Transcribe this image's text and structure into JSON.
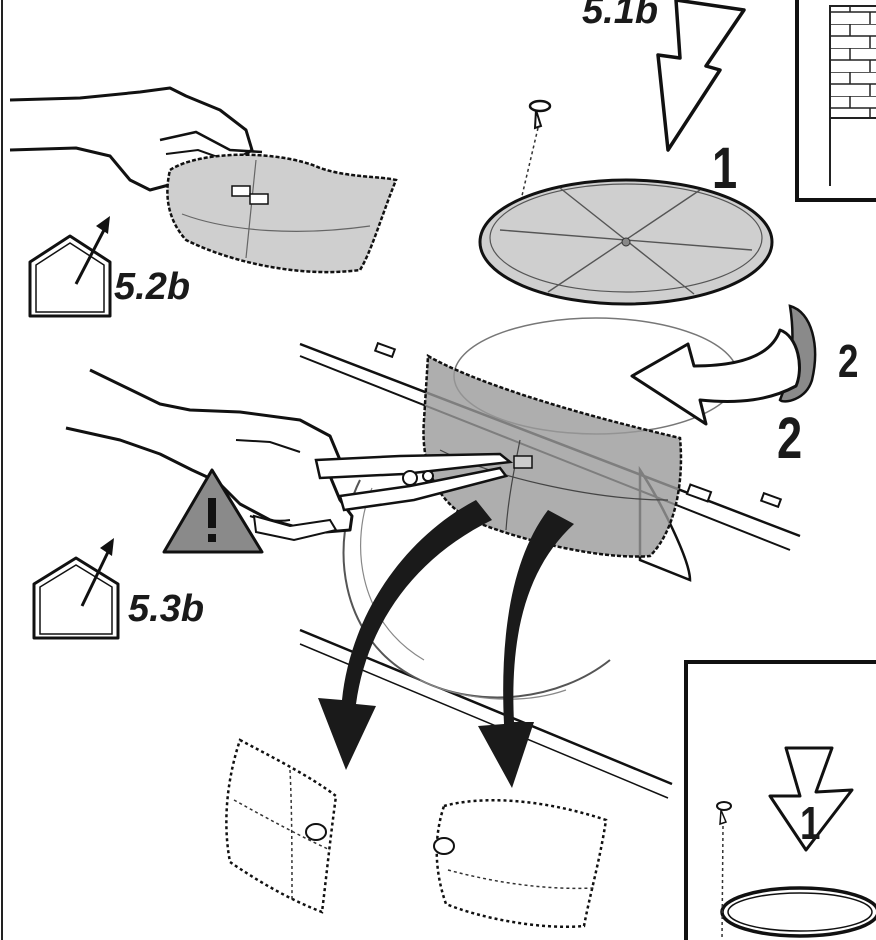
{
  "refs": {
    "ref_5_1b": "5.1b",
    "ref_5_2b": "5.2b",
    "ref_5_3b": "5.3b"
  },
  "steps": {
    "top_step": "1",
    "rotate_step": "2",
    "rotate_step_lower": "2",
    "inset_step": "1"
  },
  "icons": {
    "house": "house-arrow-icon",
    "warning": "warning-triangle-icon",
    "hand": "hand-icon",
    "pliers": "pliers-icon",
    "screw": "screw-icon"
  },
  "colors": {
    "ink": "#1a1a1a",
    "fill_grey": "#c8c8c8",
    "fill_dark": "#9a9a9a",
    "arrow": "#222222"
  }
}
